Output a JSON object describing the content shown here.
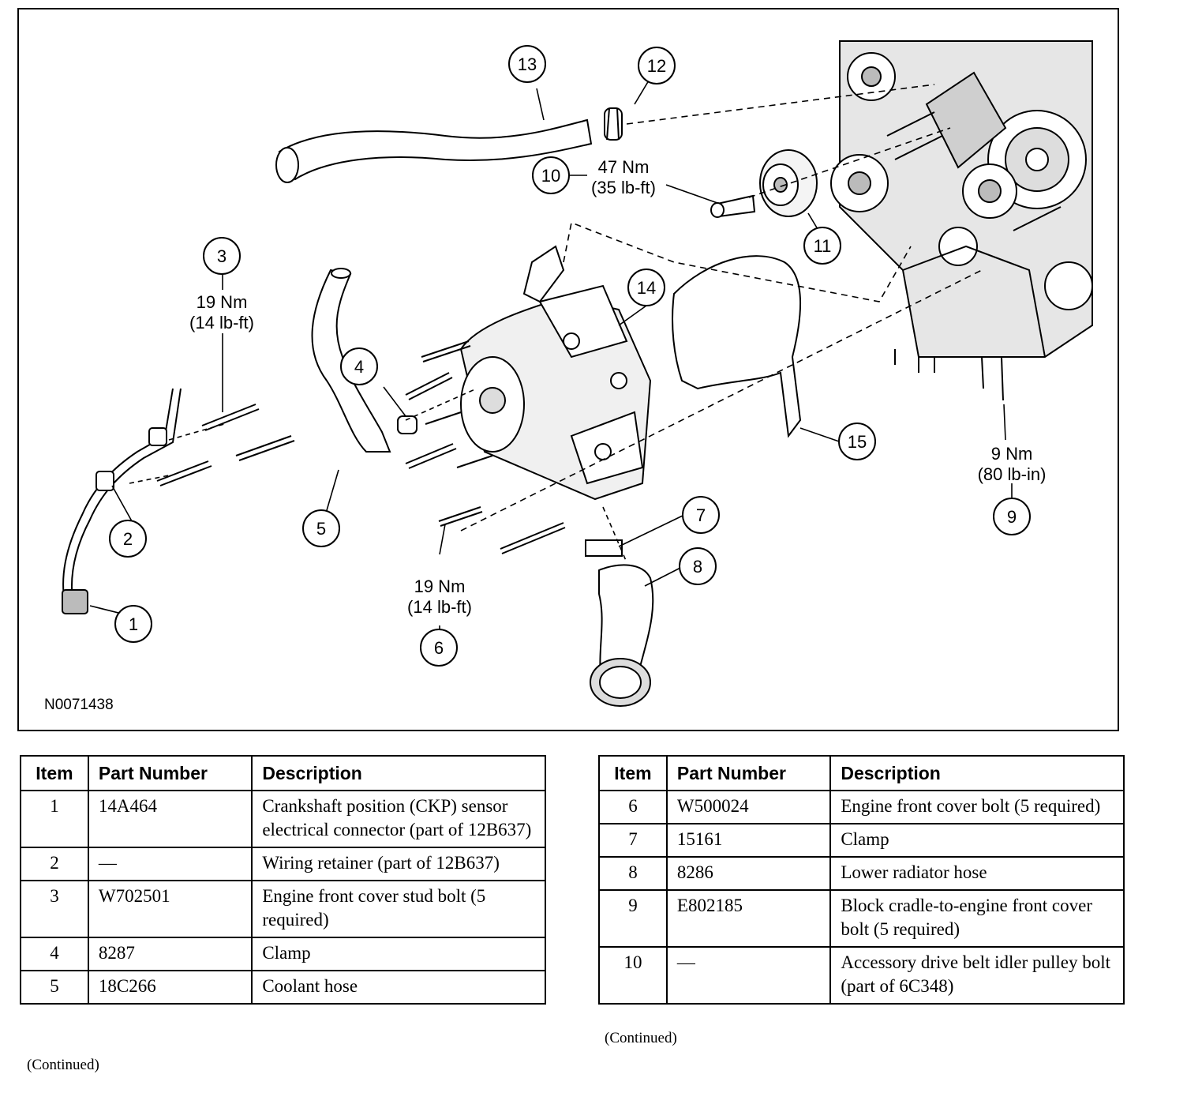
{
  "figure": {
    "id_label": "N0071438",
    "callouts": [
      "1",
      "2",
      "3",
      "4",
      "5",
      "6",
      "7",
      "8",
      "9",
      "10",
      "11",
      "12",
      "13",
      "14",
      "15"
    ],
    "torque": {
      "item3": [
        "19 Nm",
        "(14 lb-ft)"
      ],
      "item6": [
        "19 Nm",
        "(14 lb-ft)"
      ],
      "item9": [
        "9 Nm",
        "(80 lb-in)"
      ],
      "item10": [
        "47 Nm",
        "(35 lb-ft)"
      ]
    }
  },
  "headers": {
    "item": "Item",
    "part": "Part Number",
    "desc": "Description"
  },
  "table_left": {
    "rows": [
      {
        "item": "1",
        "part": "14A464",
        "desc": "Crankshaft position (CKP) sensor electrical connector (part of 12B637)"
      },
      {
        "item": "2",
        "part": "—",
        "desc": "Wiring retainer (part of 12B637)"
      },
      {
        "item": "3",
        "part": "W702501",
        "desc": "Engine front cover stud bolt (5 required)"
      },
      {
        "item": "4",
        "part": "8287",
        "desc": "Clamp"
      },
      {
        "item": "5",
        "part": "18C266",
        "desc": "Coolant hose"
      }
    ],
    "continued": "(Continued)"
  },
  "table_right": {
    "rows": [
      {
        "item": "6",
        "part": "W500024",
        "desc": "Engine front cover bolt (5 required)"
      },
      {
        "item": "7",
        "part": "15161",
        "desc": "Clamp"
      },
      {
        "item": "8",
        "part": "8286",
        "desc": "Lower radiator hose"
      },
      {
        "item": "9",
        "part": "E802185",
        "desc": "Block cradle-to-engine front cover bolt (5 required)"
      },
      {
        "item": "10",
        "part": "—",
        "desc": "Accessory drive belt idler pulley bolt (part of 6C348)"
      }
    ],
    "continued": "(Continued)"
  }
}
